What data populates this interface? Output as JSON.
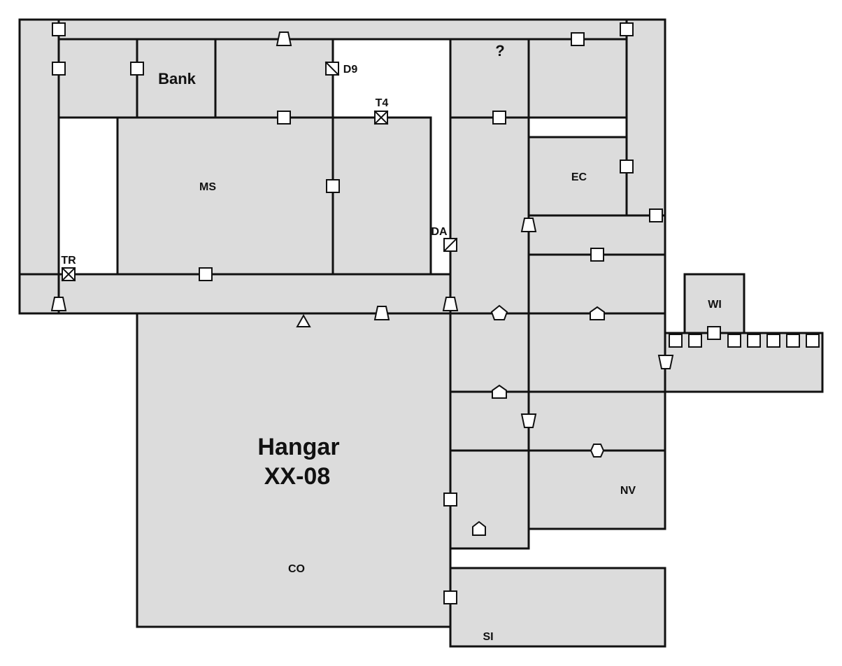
{
  "map": {
    "labels": {
      "bank": "Bank",
      "unknown": "?",
      "d9": "D9",
      "t4": "T4",
      "ms": "MS",
      "ec": "EC",
      "da": "DA",
      "tr": "TR",
      "wi": "WI",
      "hangar_line1": "Hangar",
      "hangar_line2": "XX-08",
      "nv": "NV",
      "co": "CO",
      "si": "SI"
    },
    "colors": {
      "room_fill": "#dcdcdc",
      "wall": "#111111",
      "background": "#ffffff"
    }
  }
}
